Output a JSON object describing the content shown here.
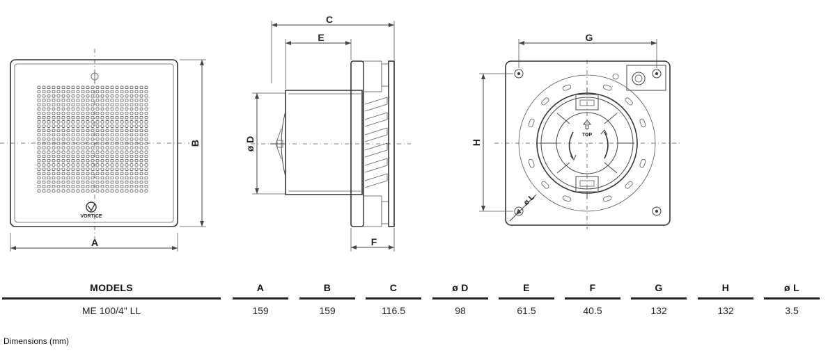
{
  "drawing_labels": {
    "A": "A",
    "B": "B",
    "C": "C",
    "D": "ø D",
    "E": "E",
    "F": "F",
    "G": "G",
    "H": "H",
    "L": "ø L",
    "top_marker": "TOP",
    "brand": "VORTICE"
  },
  "table": {
    "headers": [
      "MODELS",
      "A",
      "B",
      "C",
      "ø D",
      "E",
      "F",
      "G",
      "H",
      "ø L"
    ],
    "rows": [
      [
        "ME 100/4\" LL",
        "159",
        "159",
        "116.5",
        "98",
        "61.5",
        "40.5",
        "132",
        "132",
        "3.5"
      ]
    ]
  },
  "footnote": "Dimensions (mm)"
}
